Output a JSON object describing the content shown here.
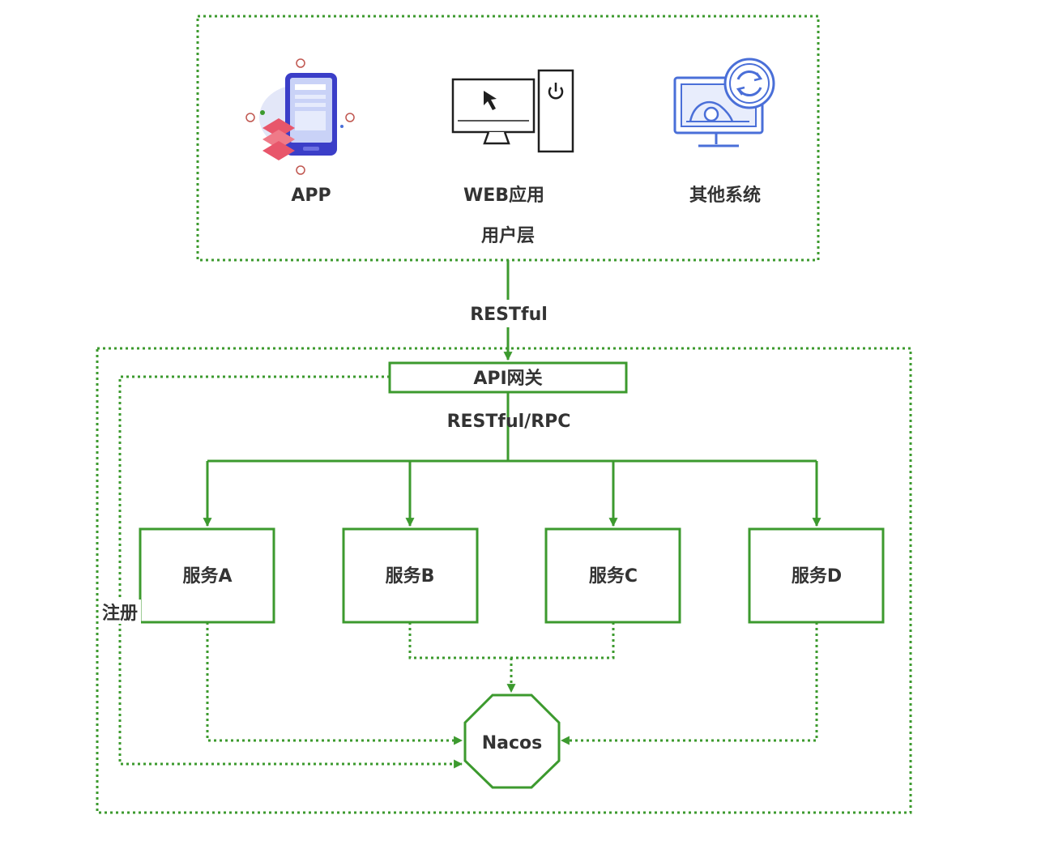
{
  "user_layer": {
    "title": "用户层",
    "clients": [
      {
        "label": "APP",
        "icon": "mobile-app-icon"
      },
      {
        "label": "WEB应用",
        "icon": "desktop-computer-icon"
      },
      {
        "label": "其他系统",
        "icon": "system-sync-icon"
      }
    ]
  },
  "connections": {
    "client_to_gateway": "RESTful",
    "gateway_to_services": "RESTful/RPC",
    "register": "注册"
  },
  "gateway": {
    "label": "API网关"
  },
  "services": [
    {
      "label": "服务A"
    },
    {
      "label": "服务B"
    },
    {
      "label": "服务C"
    },
    {
      "label": "服务D"
    }
  ],
  "registry": {
    "label": "Nacos"
  },
  "colors": {
    "accent": "#3c9a2e",
    "text": "#333333",
    "icon_blue": "#4a6fd8",
    "icon_purple": "#3b3ec8",
    "icon_pink": "#e8566b"
  }
}
